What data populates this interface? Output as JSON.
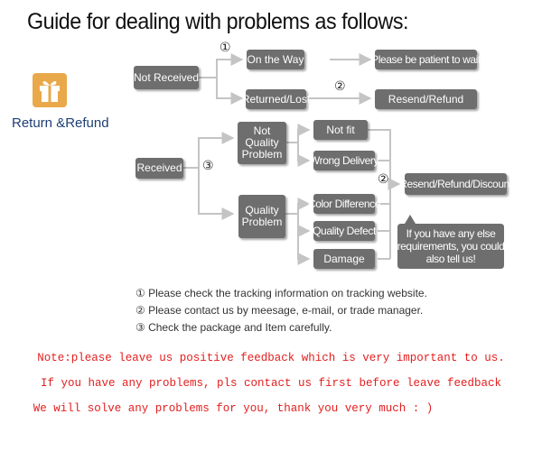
{
  "title": "Guide for dealing with problems as follows:",
  "sidebar": {
    "label": "Return &Refund",
    "icon": "gift-icon",
    "icon_color": "#e9a94a"
  },
  "flow": {
    "not_received": "Not Received",
    "on_the_way": "On the Way",
    "patient": "Please be patient to wait",
    "returned_lost": "Returned/Lost",
    "resend_refund": "Resend/Refund",
    "received": "Received",
    "not_quality": [
      "Not",
      "Quality",
      "Problem"
    ],
    "not_fit": "Not fit",
    "wrong_delivery": "Wrong Delivery",
    "resend_refund_discount": "Resend/Refund/Discount",
    "quality_problem": [
      "Quality",
      "Problem"
    ],
    "color_difference": "Color Difference",
    "quality_defect": "Quality Defect",
    "damage": "Damage",
    "else_req": [
      "If you have any else",
      "requirements, you could",
      "also tell us!"
    ],
    "marker_1": "①",
    "marker_2": "②",
    "marker_3": "③"
  },
  "steps": [
    "① Please check the tracking information on tracking website.",
    "② Please contact us by meesage, e-mail, or trade manager.",
    "③ Check the package and Item carefully."
  ],
  "notes": [
    "Note:please leave us positive feedback which is very important to us.",
    "If you have any problems, pls contact us first before leave feedback",
    "We will solve any problems for you, thank you very much : )"
  ],
  "colors": {
    "box": "#6e6e6e",
    "note": "#e31e1e",
    "label": "#1d3e74"
  }
}
